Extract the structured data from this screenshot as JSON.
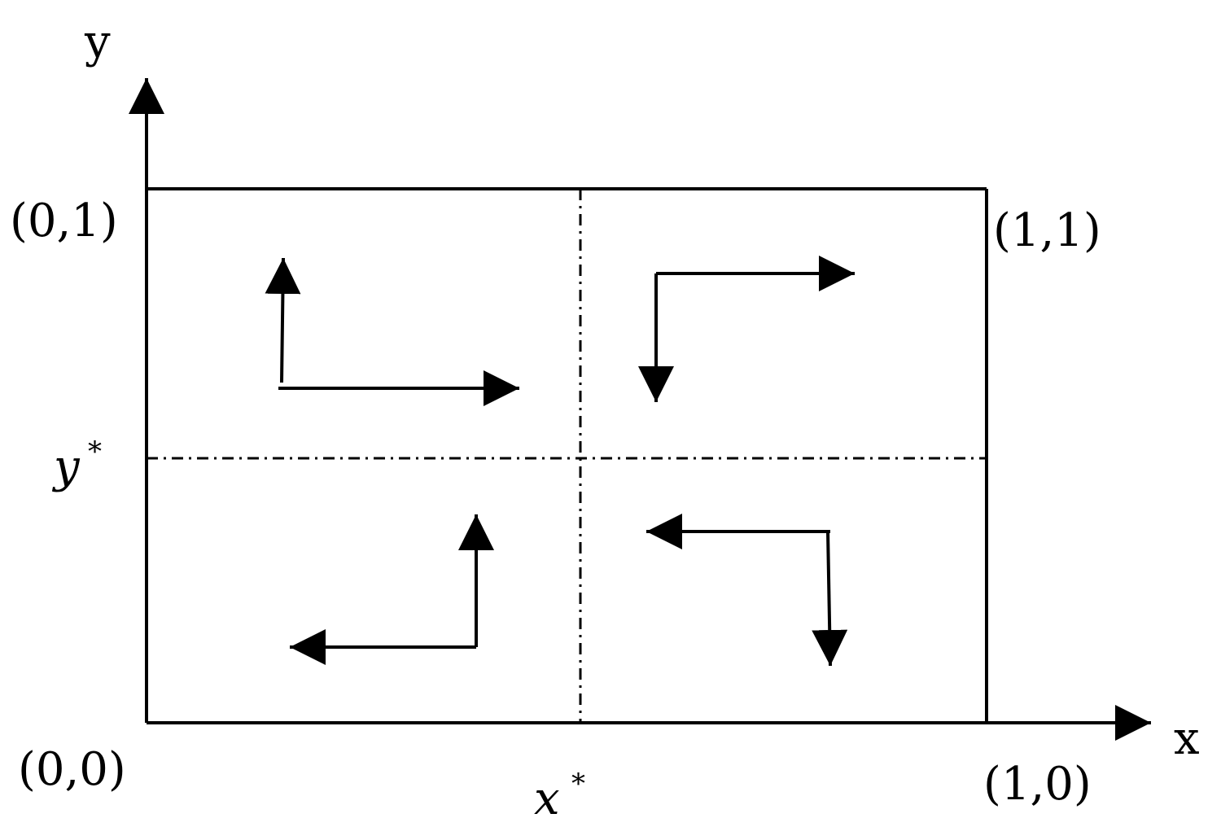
{
  "axes": {
    "x_label": "x",
    "y_label": "y"
  },
  "corners": {
    "origin": "(0,0)",
    "top_left": "(0,1)",
    "top_right": "(1,1)",
    "bottom_right": "(1,0)"
  },
  "thresholds": {
    "x_star_base": "x",
    "x_star_sup": "*",
    "y_star_base": "y",
    "y_star_sup": "*"
  },
  "colors": {
    "stroke": "#000000",
    "background": "#ffffff"
  }
}
